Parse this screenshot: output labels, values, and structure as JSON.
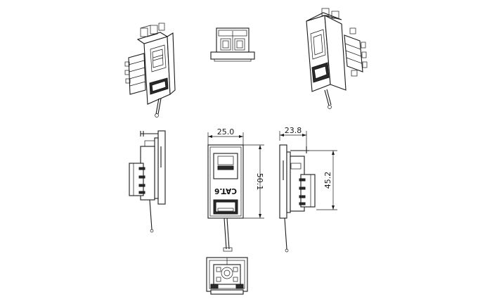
{
  "dimensions": {
    "front_width": "25.0",
    "front_height": "50.1",
    "side_depth": "23.8",
    "side_height": "45.2"
  },
  "module": {
    "label": "CAT.6"
  },
  "colors": {
    "line": "#1a1a1a",
    "background": "#ffffff"
  }
}
